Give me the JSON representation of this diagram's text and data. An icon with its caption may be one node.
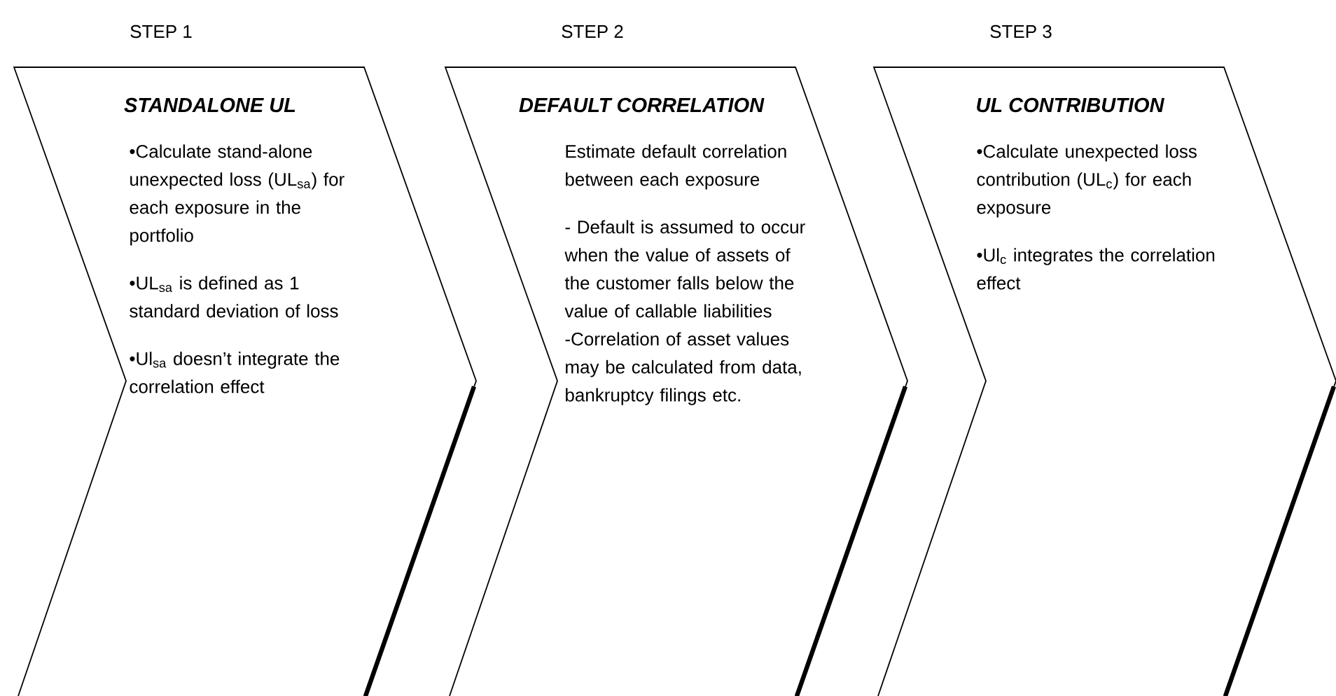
{
  "diagram": {
    "nodes": [
      {
        "text": [
          "STEP 1",
          "STANDALONE UL",
          "•Calculate stand-alone unexpected loss (UL$_{sa}$) for each exposure in the portfolio",
          "•UL$_{sa}$ is defined as 1 standard deviation of loss",
          "•Ul$_{sa}$ doesn’t integrate the correlation effect"
        ]
      },
      {
        "text": [
          "STEP 2",
          "DEFAULT CORRELATION",
          "Estimate default correlation between each exposure",
          "- Default is assumed to occur when the value of assets of the customer falls below the value of callable liabilities",
          "-Correlation of asset values may be calculated from data, bankruptcy filings etc."
        ]
      },
      {
        "text": [
          "STEP 3",
          "UL CONTRIBUTION",
          "•Calculate unexpected loss contribution (UL$_{c}$) for each exposure",
          "•Ul$_{c}$ integrates the correlation effect"
        ]
      }
    ]
  }
}
